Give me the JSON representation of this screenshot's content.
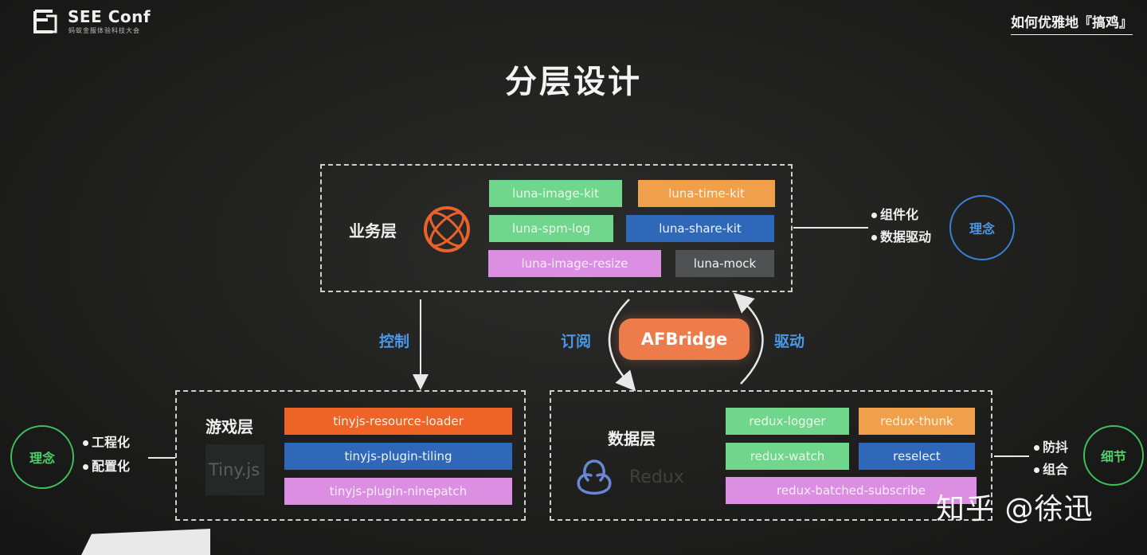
{
  "header": {
    "logo_title": "SEE Conf",
    "logo_subtitle": "蚂蚁金服体验科技大会",
    "talk_title": "如何优雅地『搞鸡』",
    "page_title": "分层设计"
  },
  "business_layer": {
    "label": "业务层",
    "pills": [
      {
        "text": "luna-image-kit",
        "color": "green"
      },
      {
        "text": "luna-time-kit",
        "color": "orange"
      },
      {
        "text": "luna-spm-log",
        "color": "green"
      },
      {
        "text": "luna-share-kit",
        "color": "blue"
      },
      {
        "text": "luna-image-resize",
        "color": "pink"
      },
      {
        "text": "luna-mock",
        "color": "gray"
      }
    ],
    "concepts": [
      "组件化",
      "数据驱动"
    ],
    "circle_label": "理念"
  },
  "game_layer": {
    "label": "游戏层",
    "logo_text": "Tiny.js",
    "pills": [
      {
        "text": "tinyjs-resource-loader",
        "color": "red"
      },
      {
        "text": "tinyjs-plugin-tiling",
        "color": "blue"
      },
      {
        "text": "tinyjs-plugin-ninepatch",
        "color": "pink"
      }
    ],
    "concepts": [
      "工程化",
      "配置化"
    ],
    "circle_label": "理念"
  },
  "data_layer": {
    "label": "数据层",
    "logo_text": "Redux",
    "pills": [
      {
        "text": "redux-logger",
        "color": "green"
      },
      {
        "text": "redux-thunk",
        "color": "orange"
      },
      {
        "text": "redux-watch",
        "color": "green"
      },
      {
        "text": "reselect",
        "color": "blue"
      },
      {
        "text": "redux-batched-subscribe",
        "color": "pink"
      }
    ],
    "concepts": [
      "防抖",
      "组合"
    ],
    "circle_label": "细节"
  },
  "bridge": {
    "label": "AFBridge",
    "subscribe_label": "订阅",
    "drive_label": "驱动",
    "control_label": "控制"
  },
  "watermark": "知乎 @徐迅",
  "colors": {
    "accent_blue": "#4a98e6",
    "concept_circle_blue": "#3b7fd4",
    "detail_circle_green": "#3fbf5a",
    "bridge_orange": "#ee7c4a"
  }
}
